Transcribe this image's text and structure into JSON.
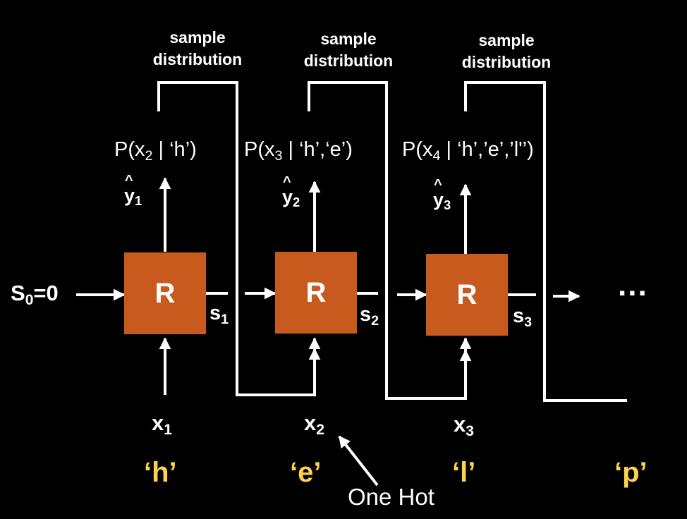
{
  "initial_state": {
    "s": "S",
    "sub": "0",
    "eq": "=0"
  },
  "cell_label": "R",
  "sample_label": {
    "line1": "sample",
    "line2": "distribution"
  },
  "steps": [
    {
      "prob_pre": "P(x",
      "prob_sub": "2",
      "prob_post": " | ‘h’)",
      "y_base": "y",
      "y_sub": "1",
      "s_base": "s",
      "s_sub": "1",
      "x_base": "x",
      "x_sub": "1",
      "char": "‘h’"
    },
    {
      "prob_pre": "P(x",
      "prob_sub": "3",
      "prob_post": " | ‘h’,‘e’)",
      "y_base": "y",
      "y_sub": "2",
      "s_base": "s",
      "s_sub": "2",
      "x_base": "x",
      "x_sub": "2",
      "char": "‘e’"
    },
    {
      "prob_pre": "P(x",
      "prob_sub": "4",
      "prob_post": " | ‘h’,’e’,’l'’)",
      "y_base": "y",
      "y_sub": "3",
      "s_base": "s",
      "s_sub": "3",
      "x_base": "x",
      "x_sub": "3",
      "char": "‘l’"
    }
  ],
  "next_char": "‘p’",
  "ellipsis": "...",
  "annotation": "One Hot",
  "colors": {
    "background": "#000000",
    "cell": "#c85a1e",
    "char": "#ffd24a",
    "wire": "#ffffff"
  }
}
